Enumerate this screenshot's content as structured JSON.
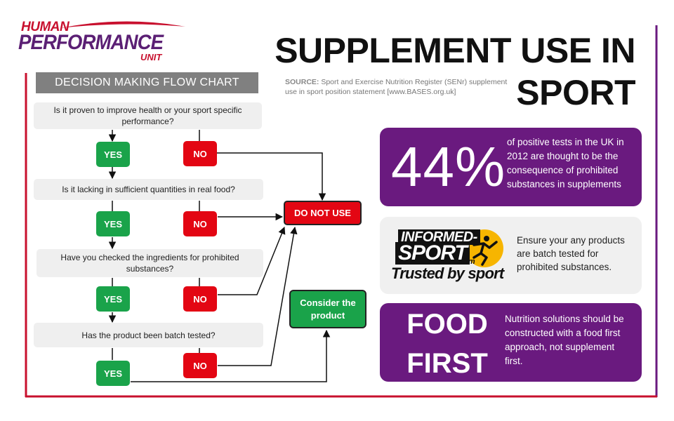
{
  "colors": {
    "purple": "#6a1a7f",
    "red": "#e30613",
    "green": "#1aa34a",
    "grey_header": "#808080",
    "card_grey": "#f0f0f0",
    "border_gradient_start": "#c8102e",
    "border_gradient_end": "#6a1a7f"
  },
  "logo": {
    "line1": "HUMAN",
    "line2": "PERFORMANCE",
    "line3": "UNIT"
  },
  "title": {
    "line1": "SUPPLEMENT USE IN",
    "line2": "SPORT"
  },
  "source": {
    "label": "SOURCE:",
    "text": "Sport and Exercise Nutrition Register (SENr) supplement use in sport position statement [www.BASES.org.uk]"
  },
  "flowchart": {
    "header": "DECISION MAKING FLOW CHART",
    "questions": [
      "Is it proven to improve health or your sport specific performance?",
      "Is it lacking in sufficient  quantities in real food?",
      "Have you checked the ingredients for prohibited substances?",
      "Has the product been batch tested?"
    ],
    "yes_label": "YES",
    "no_label": "NO",
    "do_not_use": "DO NOT USE",
    "consider": "Consider the product"
  },
  "stat_card": {
    "value": "44%",
    "text": "of positive tests in the UK in 2012 are thought to be the consequence of prohibited substances in supplements"
  },
  "informed_card": {
    "logo_line1": "INFORMED-",
    "logo_line2": "SPORT",
    "logo_domain": ".com",
    "logo_tagline": "Trusted by sport",
    "logo_icon": "runner-icon",
    "text": "Ensure your any products are batch tested for prohibited substances."
  },
  "food_card": {
    "line1": "FOOD",
    "line2": "FIRST",
    "text": "Nutrition  solutions should be constructed with a food first approach, not supplement first."
  }
}
